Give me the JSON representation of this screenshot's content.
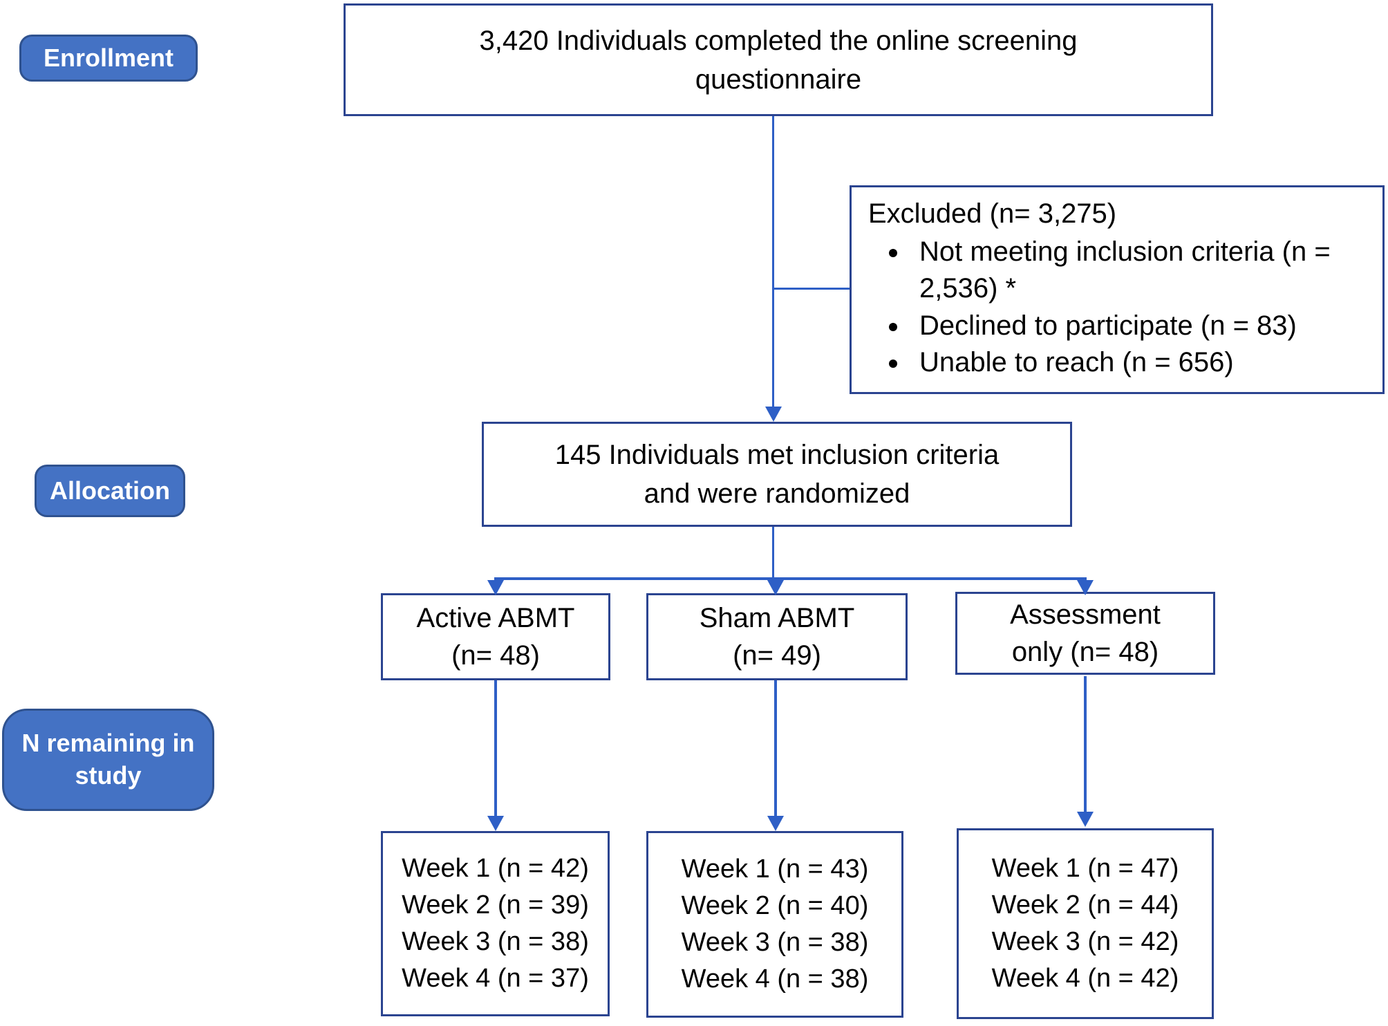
{
  "stages": {
    "enrollment": "Enrollment",
    "allocation": "Allocation",
    "remaining": "N remaining in\nstudy"
  },
  "boxes": {
    "screening": "3,420 Individuals completed the online screening\nquestionnaire",
    "excluded": {
      "title": "Excluded (n= 3,275)",
      "bullets": [
        "Not meeting inclusion criteria (n = 2,536) *",
        "Declined to participate (n = 83)",
        "Unable to reach (n = 656)"
      ]
    },
    "randomized": "145 Individuals met inclusion criteria\nand were randomized"
  },
  "groups": [
    {
      "label": "Active ABMT\n(n= 48)",
      "weeks": [
        "Week 1 (n = 42)",
        "Week 2 (n = 39)",
        "Week 3 (n = 38)",
        "Week 4 (n = 37)"
      ]
    },
    {
      "label": "Sham ABMT\n(n= 49)",
      "weeks": [
        "Week 1 (n = 43)",
        "Week 2 (n = 40)",
        "Week 3 (n = 38)",
        "Week 4 (n = 38)"
      ]
    },
    {
      "label": "Assessment\nonly (n= 48)",
      "weeks": [
        "Week 1 (n = 47)",
        "Week 2 (n = 44)",
        "Week 3 (n = 42)",
        "Week 4 (n = 42)"
      ]
    }
  ],
  "colors": {
    "pill-fill": "#4472C4",
    "pill-border": "#2F528F",
    "pill-text": "#FFFFFF",
    "box-border": "#2B4490",
    "line": "#2E5FC6",
    "text": "#000000",
    "background": "#FFFFFF"
  }
}
